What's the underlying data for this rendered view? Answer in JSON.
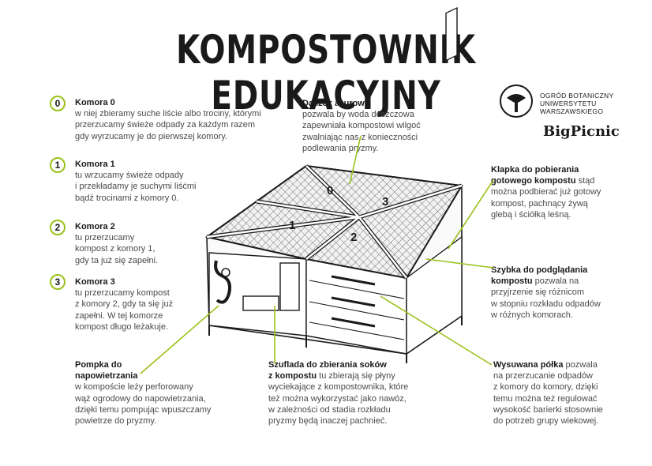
{
  "title": "KOMPOSTOWNIK EDUKACYJNY",
  "logos": {
    "garden_line1": "OGRÓD BOTANICZNY",
    "garden_line2": "UNIWERSYTETU",
    "garden_line3": "WARSZAWSKIEGO",
    "bigpicnic": "BigPicnic"
  },
  "chambers": [
    {
      "num": "0",
      "title": "Komora 0",
      "lines": [
        "w niej zbieramy suche liście albo trociny, którymi",
        "przerzucamy świeże odpady za każdym razem",
        "gdy wyrzucamy je do pierwszej komory."
      ]
    },
    {
      "num": "1",
      "title": "Komora 1",
      "lines": [
        "tu wrzucamy świeże odpady",
        "i przekładamy je suchymi liśćmi",
        "bądź trocinami z komory 0."
      ]
    },
    {
      "num": "2",
      "title": "Komora 2",
      "lines": [
        "tu przerzucamy",
        "kompost z komory 1,",
        "gdy ta już się zapełni."
      ]
    },
    {
      "num": "3",
      "title": "Komora 3",
      "lines": [
        "tu przerzucamy kompost",
        "z komory 2, gdy ta się już",
        "zapełni. W tej komorze",
        "kompost długo leżakuje."
      ]
    }
  ],
  "annotations": {
    "roof": {
      "title": "Daszek ażurowy",
      "lines": [
        "pozwala by woda deszczowa",
        "zapewniała kompostowi wilgoć",
        "zwalniając nas z konieczności",
        "podlewania pryzmy."
      ]
    },
    "flap": {
      "title1": "Klapka do pobierania",
      "title2": "gotowego kompostu",
      "rest2": " stąd",
      "lines": [
        "można podbierać już gotowy",
        "kompost, pachnący żywą",
        "glebą i ściółką leśną."
      ]
    },
    "window": {
      "title1": "Szybka do podglądania",
      "title2": "kompostu",
      "rest2": " pozwala na",
      "lines": [
        "przyjrzenie się różnicom",
        "w stopniu rozkładu odpadów",
        "w różnych komorach."
      ]
    },
    "pump": {
      "title1": "Pompka do",
      "title2": "napowietrzania",
      "lines": [
        "w kompoście leży perforowany",
        "wąż ogrodowy do napowietrzania,",
        "dzięki temu pompując wpuszczamy",
        "powietrze do pryzmy."
      ]
    },
    "drawer": {
      "title1": "Szuflada do zbierania soków",
      "title2": "z kompostu",
      "rest2": " tu zbierają się płyny",
      "lines": [
        "wyciekające z kompostownika, które",
        "też można wykorzystać jako nawóz,",
        "w zależności od stadia rozkładu",
        "pryzmy będą inaczej pachnieć."
      ]
    },
    "shelf": {
      "title1": "Wysuwana półka",
      "rest1": " pozwala",
      "lines": [
        "na przerzucanie odpadów",
        "z komory do komory, dzięki",
        "temu można też regulować",
        "wysokość barierki stosownie",
        "do potrzeb grupy wiekowej."
      ]
    }
  },
  "illustration_labels": [
    "0",
    "3",
    "1",
    "2"
  ],
  "colors": {
    "accent": "#9ac21a",
    "ink": "#1a1a1a",
    "text": "#4a4a4a"
  }
}
